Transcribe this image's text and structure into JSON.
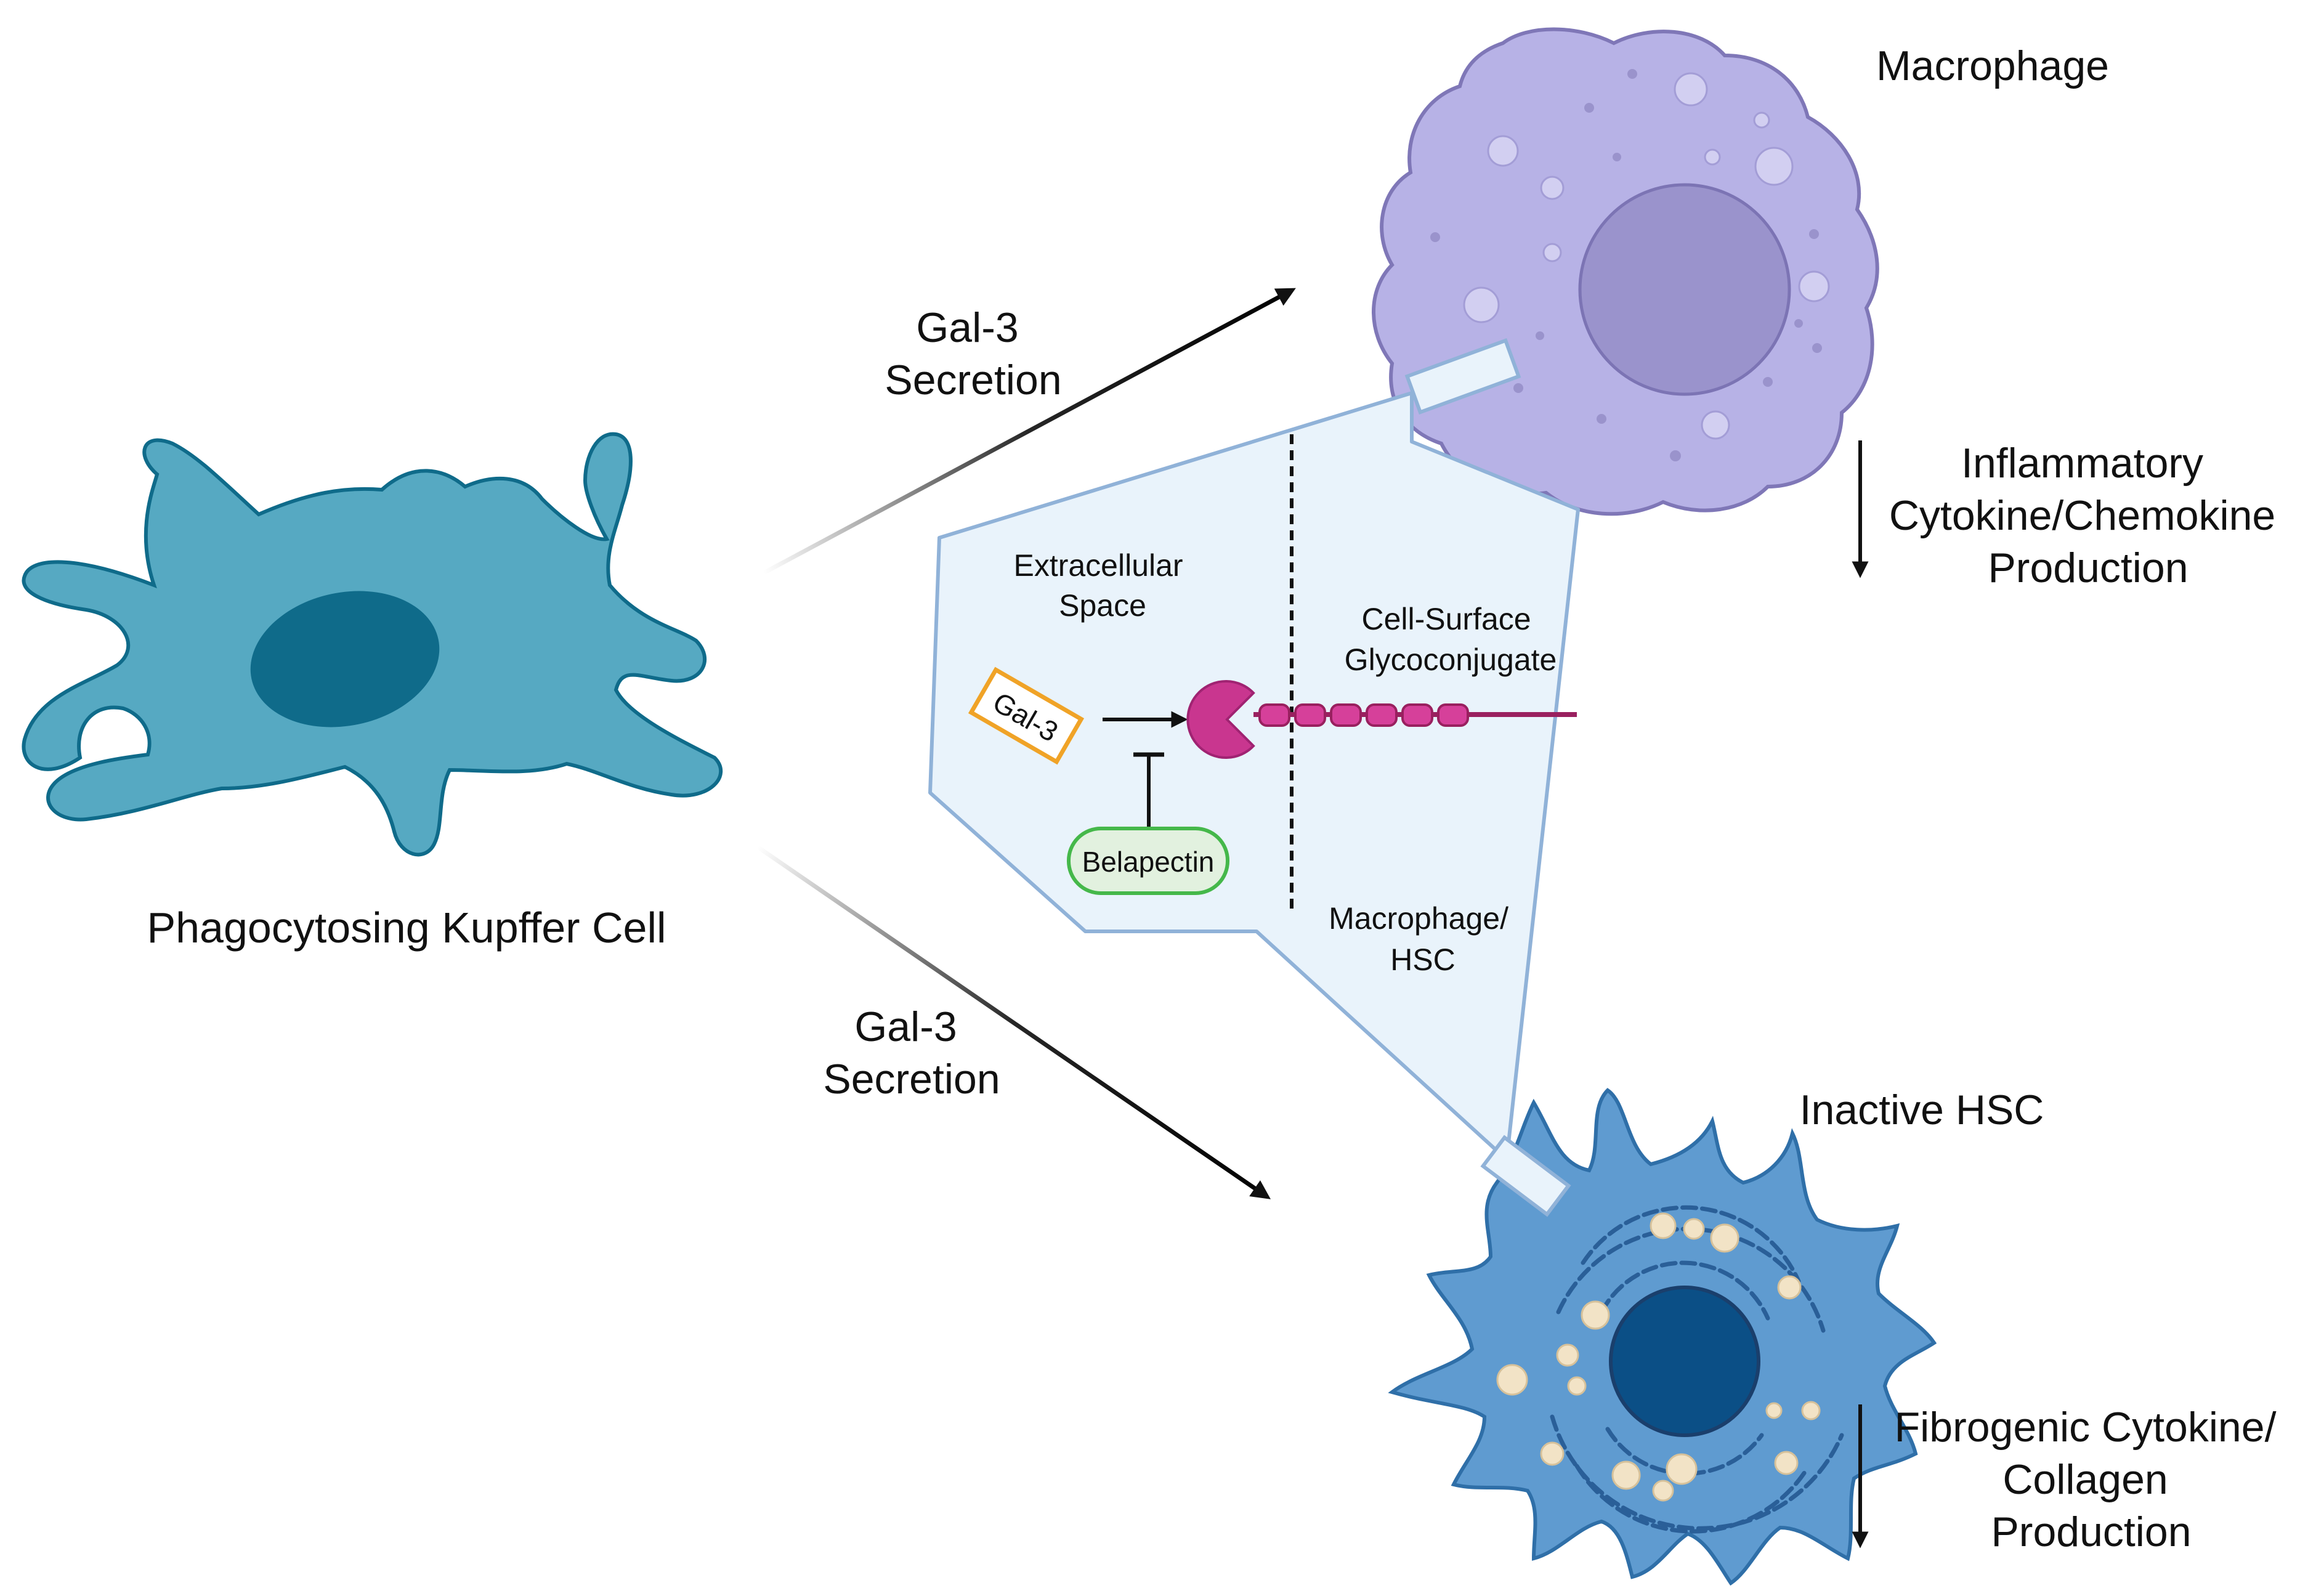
{
  "cells": {
    "kupffer": {
      "label": "Phagocytosing Kupffer Cell"
    },
    "macrophage": {
      "label": "Macrophage"
    },
    "hsc": {
      "label": "Inactive HSC"
    }
  },
  "arrows": {
    "secretion_top": {
      "line1": "Gal-3",
      "line2": "Secretion"
    },
    "secretion_bottom": {
      "line1": "Gal-3",
      "line2": "Secretion"
    }
  },
  "outputs": {
    "inflammatory": {
      "line1": "Inflammatory",
      "line2": "Cytokine/Chemokine",
      "line3": "Production"
    },
    "fibrogenic": {
      "line1": "Fibrogenic Cytokine/",
      "line2": "Collagen",
      "line3": "Production"
    }
  },
  "inset": {
    "extracellular": {
      "line1": "Extracellular",
      "line2": "Space"
    },
    "glycoconjugate": {
      "line1": "Cell-Surface",
      "line2": "Glycoconjugate"
    },
    "membrane_side": {
      "line1": "Macrophage/",
      "line2": "HSC"
    },
    "gal3_label": "Gal-3",
    "inhibitor_label": "Belapectin"
  },
  "colors": {
    "kupffer_fill": "#56a9c2",
    "kupffer_nucleus": "#0f6b8a",
    "macrophage_fill": "#b7b2e6",
    "macrophage_nucleus": "#9a93cc",
    "hsc_fill": "#5f9bd0",
    "hsc_nucleus": "#0b4f86",
    "inset_fill": "#e9f3fb",
    "inset_border": "#90b2d8",
    "gal3_border": "#f0a327",
    "receptor": "#c9368f",
    "inhibitor_fill": "#e2f1df",
    "inhibitor_border": "#45b84a"
  }
}
